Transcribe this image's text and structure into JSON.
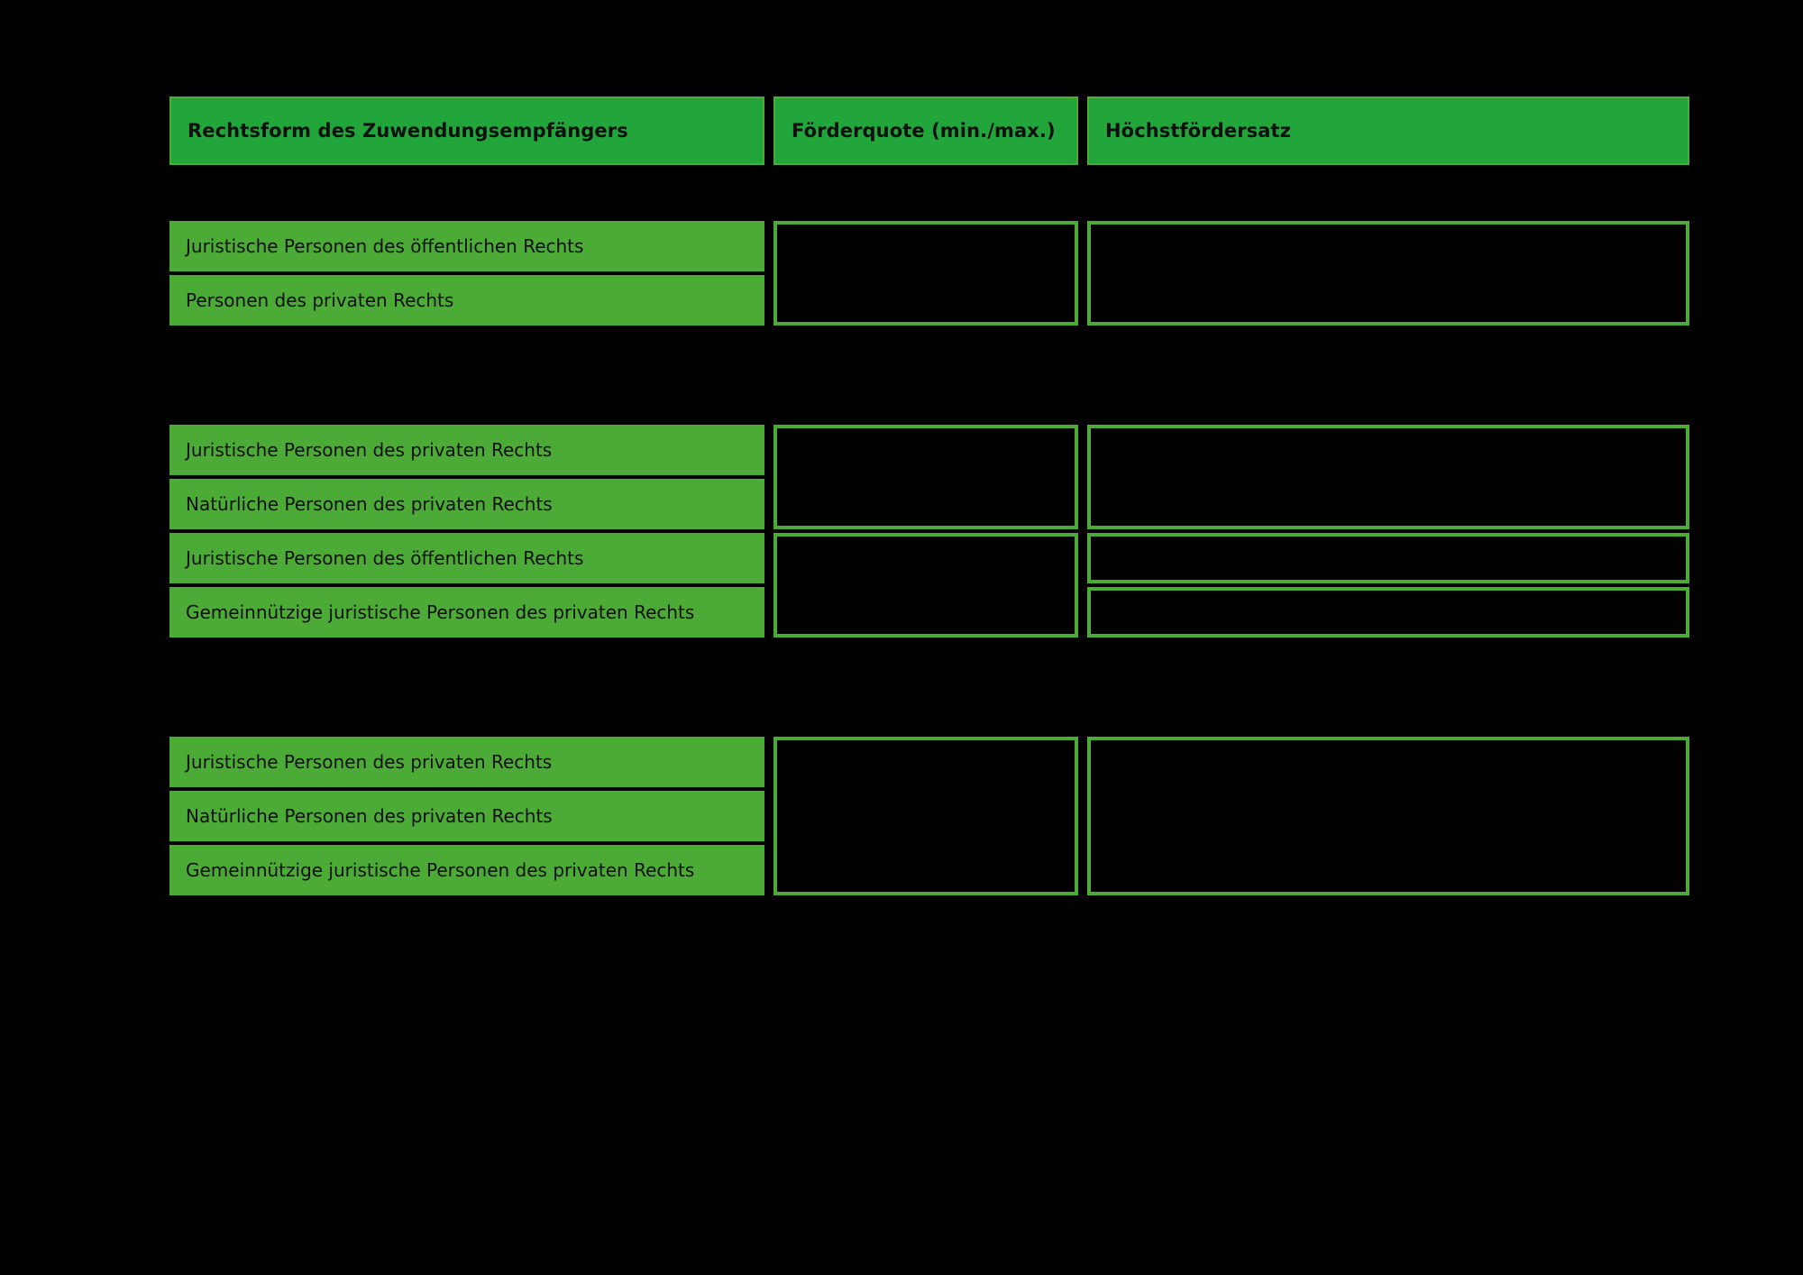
{
  "table": {
    "columns": [
      {
        "key": "rechtsform",
        "label": "Rechtsform des Zuwendungsempfängers"
      },
      {
        "key": "foerderquote",
        "label": "Förderquote (min./max.)"
      },
      {
        "key": "hoechstfoerdersatz",
        "label": "Höchstfördersatz"
      }
    ],
    "colors": {
      "background": "#000000",
      "header_fill": "#22a63c",
      "row_fill": "#4caa36",
      "border": "#4caa36",
      "text": "#101010"
    },
    "groups": [
      {
        "id": "group-1",
        "rows": [
          {
            "rechtsform": "Juristische Personen des öffentlichen Rechts"
          },
          {
            "rechtsform": "Personen des privaten Rechts"
          }
        ],
        "foerderquote_boxes": [
          {
            "value": "",
            "rowspan": 2
          }
        ],
        "hoechstfoerdersatz_boxes": [
          {
            "value": "",
            "rowspan": 2
          }
        ]
      },
      {
        "id": "group-2",
        "rows": [
          {
            "rechtsform": "Juristische Personen des privaten Rechts"
          },
          {
            "rechtsform": "Natürliche Personen des privaten Rechts"
          },
          {
            "rechtsform": "Juristische Personen des öffentlichen Rechts"
          },
          {
            "rechtsform": "Gemeinnützige juristische Personen des privaten Rechts"
          }
        ],
        "foerderquote_boxes": [
          {
            "value": "",
            "rowspan": 2
          },
          {
            "value": "",
            "rowspan": 2
          }
        ],
        "hoechstfoerdersatz_boxes": [
          {
            "value": "",
            "rowspan": 2
          },
          {
            "value": "",
            "rowspan": 1
          },
          {
            "value": "",
            "rowspan": 1
          }
        ]
      },
      {
        "id": "group-3",
        "rows": [
          {
            "rechtsform": "Juristische Personen des privaten Rechts"
          },
          {
            "rechtsform": "Natürliche Personen des privaten Rechts"
          },
          {
            "rechtsform": "Gemeinnützige juristische Personen des privaten Rechts"
          }
        ],
        "foerderquote_boxes": [
          {
            "value": "",
            "rowspan": 3
          }
        ],
        "hoechstfoerdersatz_boxes": [
          {
            "value": "",
            "rowspan": 3
          }
        ]
      }
    ]
  }
}
